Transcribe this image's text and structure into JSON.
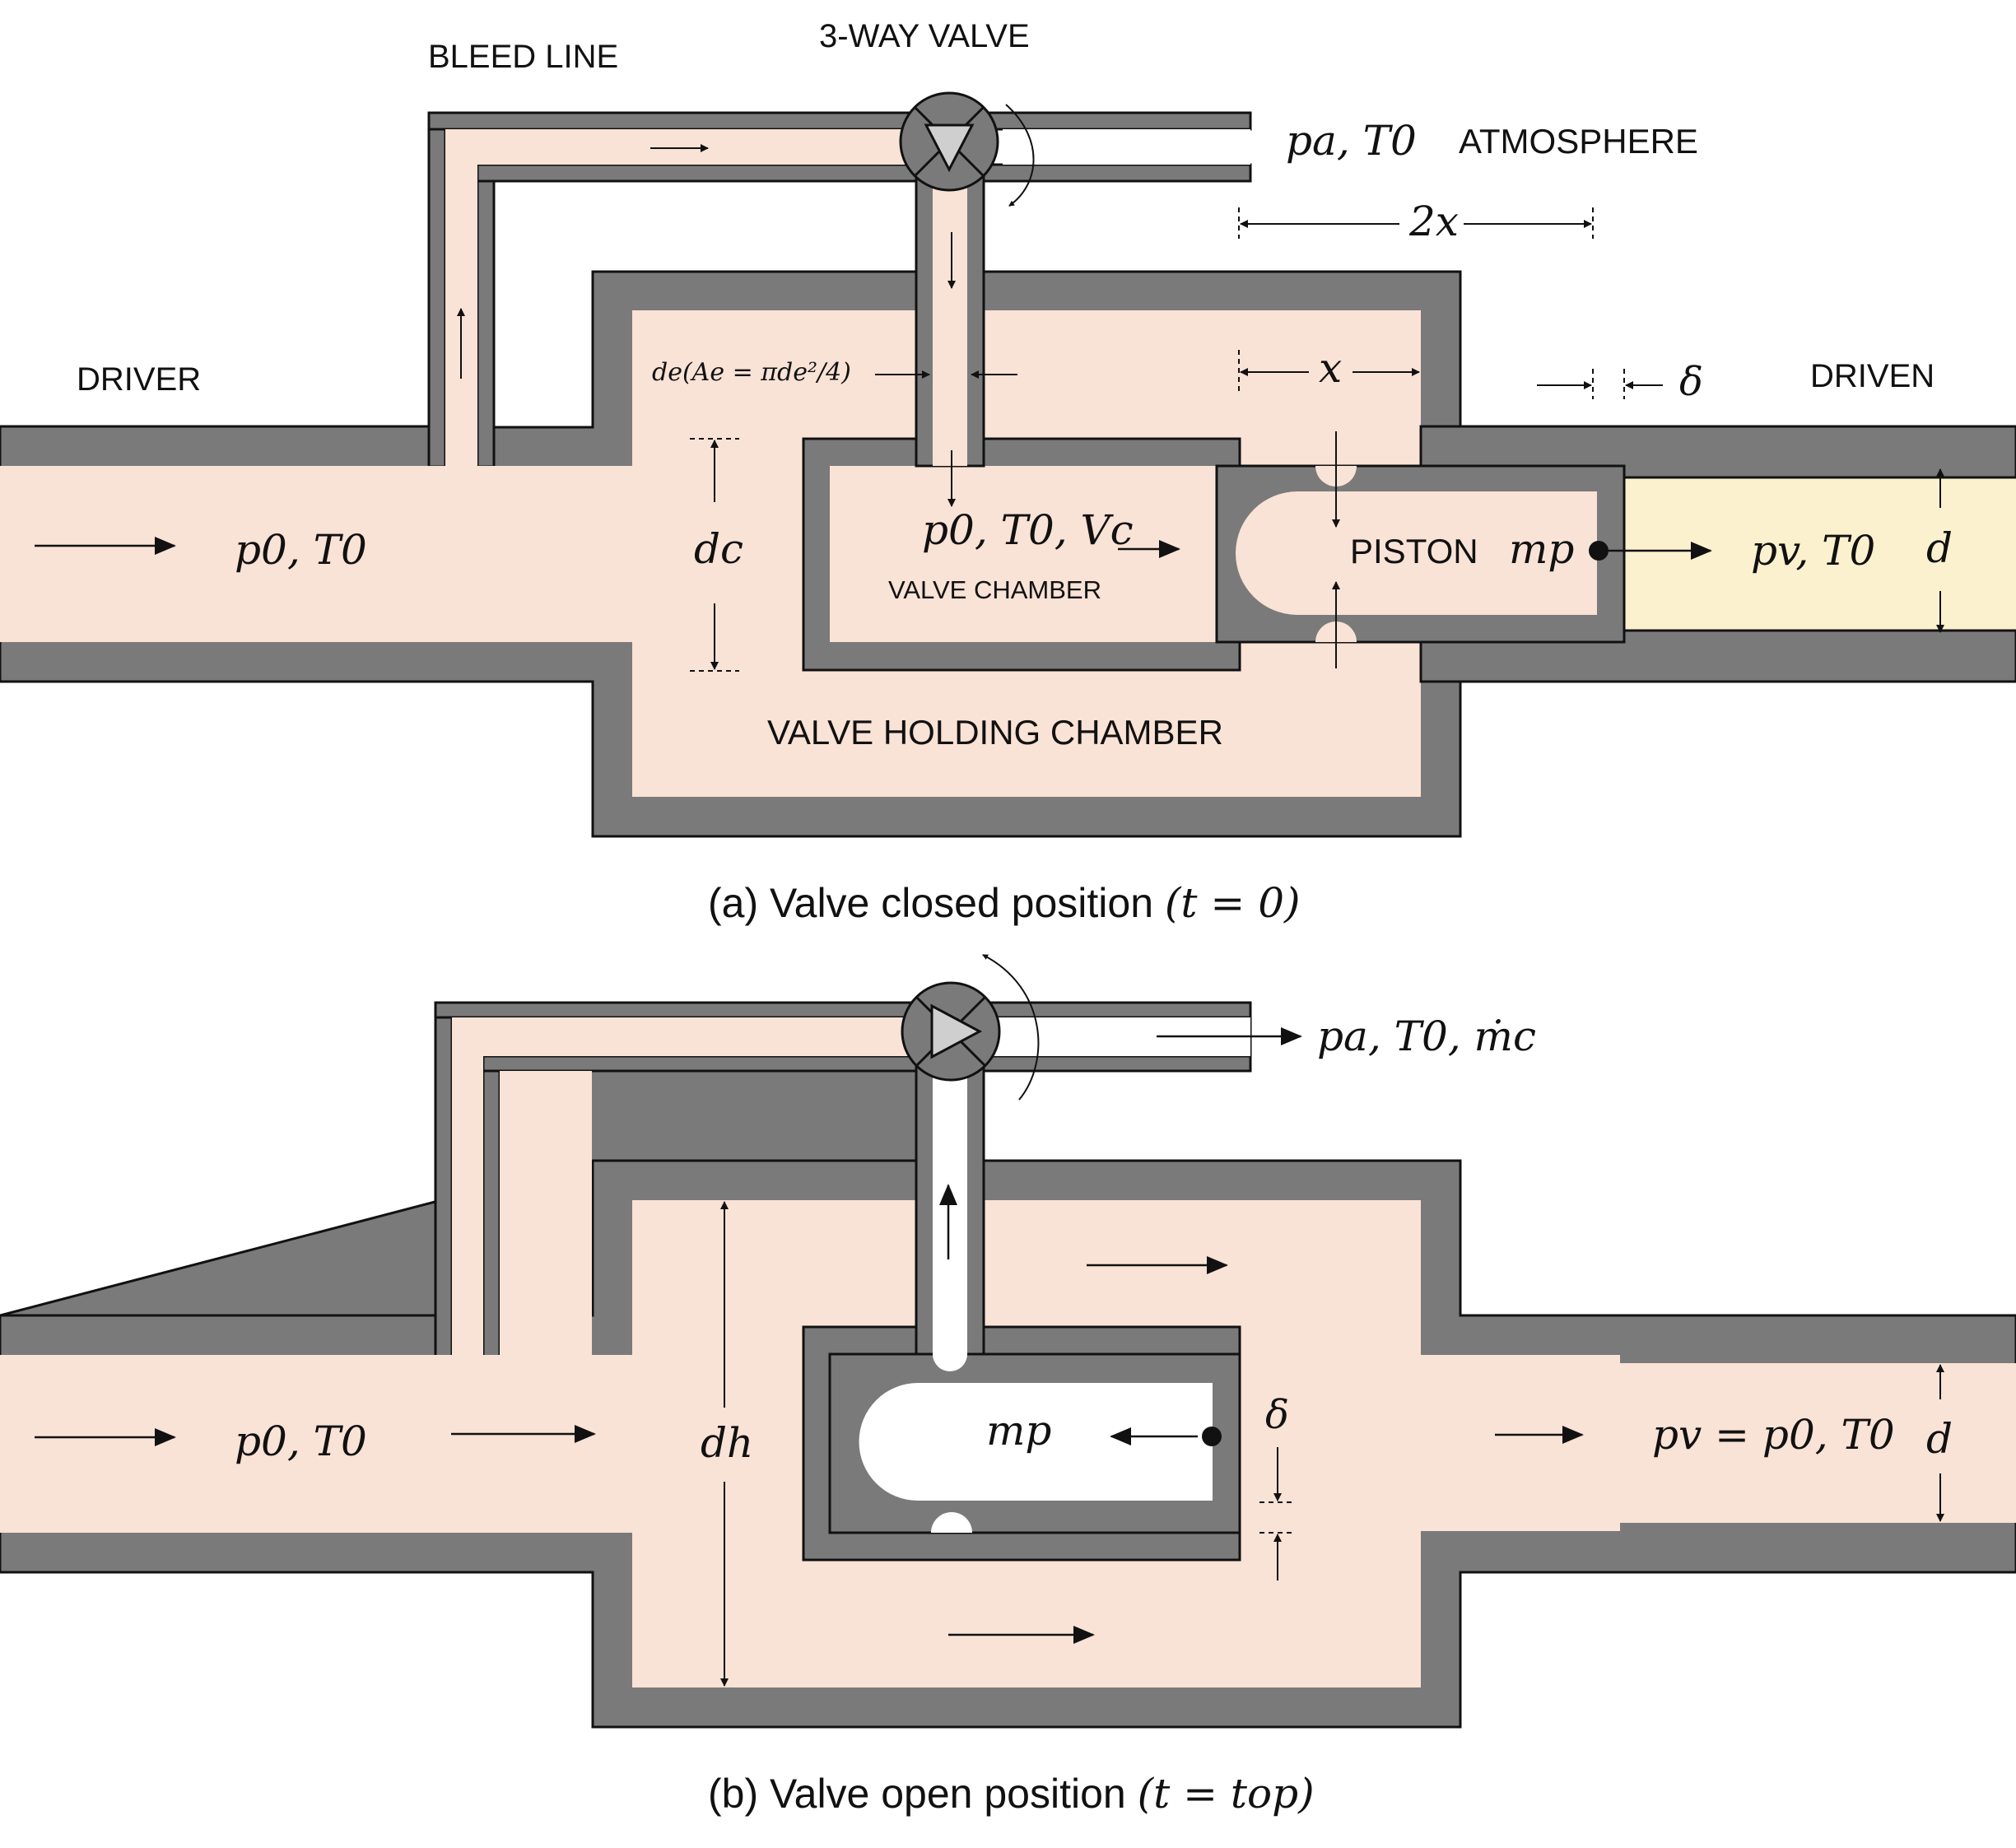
{
  "colors": {
    "wall": "#7a7a7a",
    "wall_stroke": "#111111",
    "gas": "#f9e2d6",
    "driven_gas": "#fcf1cf",
    "white": "#ffffff",
    "valve_triangle": "#cfcfcf"
  },
  "panel_a": {
    "caption_text": "(a) Valve closed position ",
    "caption_math": "(t = 0)",
    "bleed_line": "BLEED LINE",
    "three_way_valve": "3-WAY VALVE",
    "atmosphere_state": "pa, T0",
    "atmosphere": "ATMOSPHERE",
    "dim_2x": "2x",
    "dim_x": "x",
    "dim_delta": "δ",
    "exit_diameter": "de(Ae = πde²/4)",
    "driver": "DRIVER",
    "driven": "DRIVEN",
    "driver_state": "p0, T0",
    "dc": "dc",
    "chamber_state": "p0, T0, Vc",
    "valve_chamber": "VALVE CHAMBER",
    "piston": "PISTON",
    "piston_mass": "mp",
    "driven_state": "pv, T0",
    "d": "d",
    "holding_chamber": "VALVE HOLDING CHAMBER"
  },
  "panel_b": {
    "caption_text": "(b) Valve open position ",
    "caption_math": "(t = top)",
    "exhaust_state": "pa, T0, ṁc",
    "driver_state": "p0, T0",
    "dh": "dh",
    "piston_mass": "mp",
    "delta": "δ",
    "driven_state": "pv = p0, T0",
    "d": "d"
  },
  "icons": [
    "flow-arrow-icon",
    "rotation-arrow-icon",
    "valve-triangle-icon"
  ]
}
